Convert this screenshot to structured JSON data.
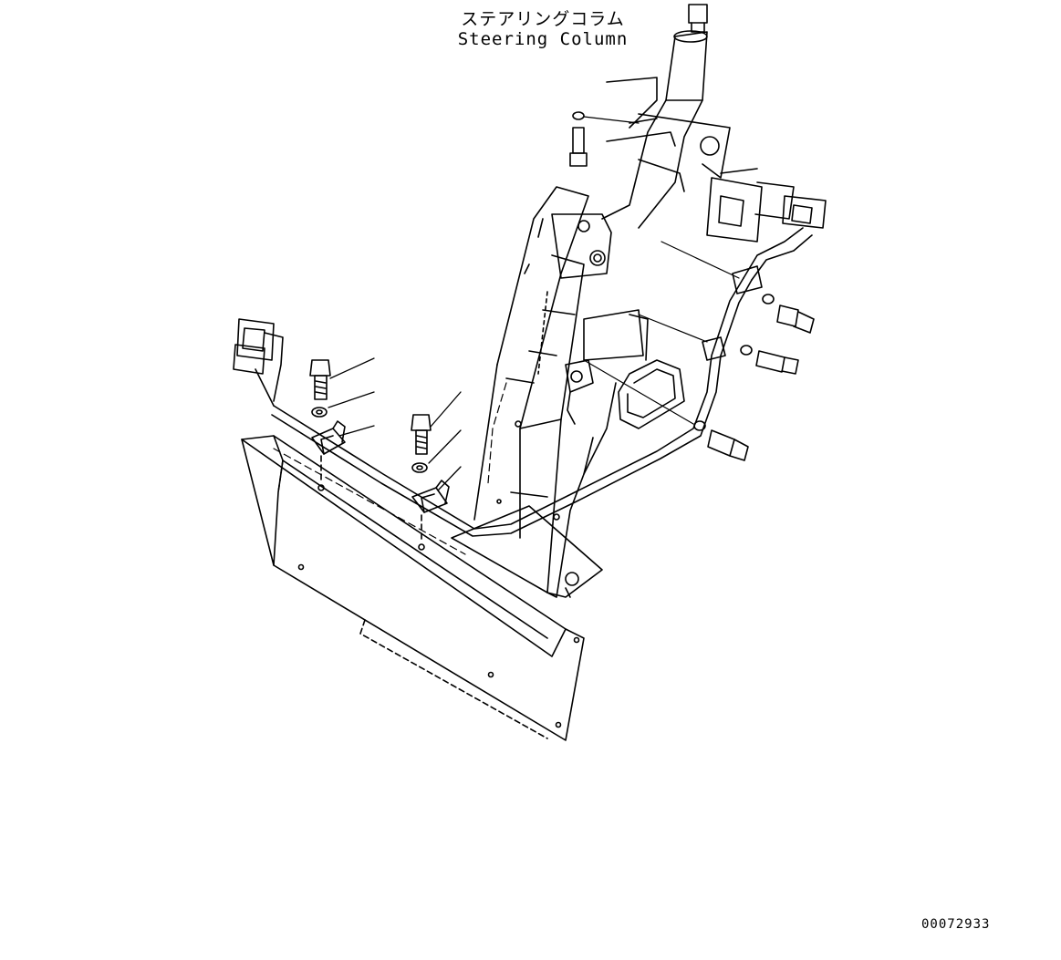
{
  "diagram": {
    "title_jp": "ステアリングコラム",
    "title_en": "Steering Column",
    "drawing_number": "00072933"
  },
  "colors": {
    "line": "#000000",
    "background": "#ffffff"
  }
}
